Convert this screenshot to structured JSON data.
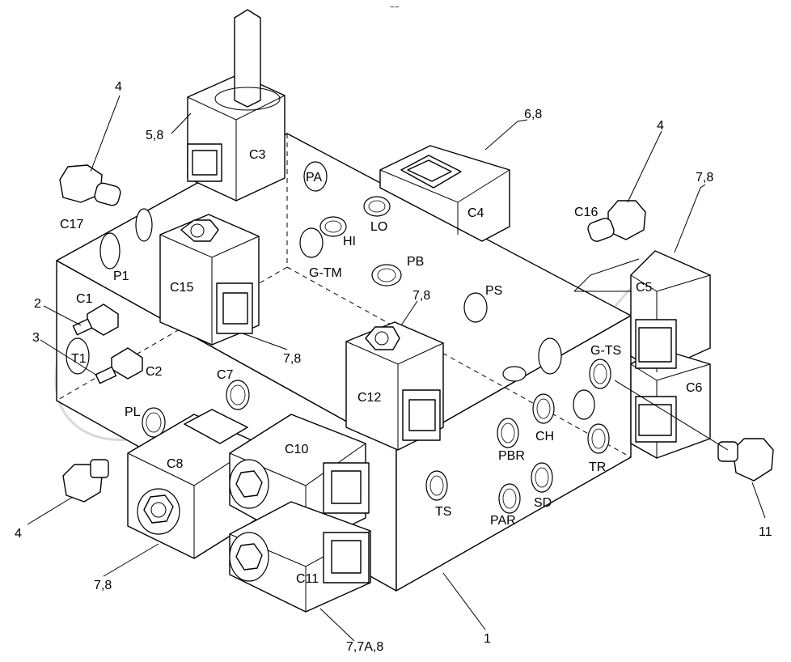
{
  "watermark": "OPEX",
  "top_mark": "~~",
  "ports": [
    "PA",
    "HI",
    "LO",
    "PB",
    "G-TM",
    "P1",
    "PS",
    "T1",
    "PL",
    "G-TS",
    "CH",
    "PBR",
    "TR",
    "TS",
    "PAR",
    "SD"
  ],
  "cartridges": [
    "C1",
    "C2",
    "C3",
    "C4",
    "C5",
    "C6",
    "C7",
    "C8",
    "C10",
    "C11",
    "C12",
    "C15",
    "C16",
    "C17"
  ],
  "callouts": [
    "4",
    "5,8",
    "6,8",
    "4",
    "7,8",
    "2",
    "3",
    "7,8",
    "7,8",
    "4",
    "7,8",
    "7,7A,8",
    "1",
    "11"
  ]
}
